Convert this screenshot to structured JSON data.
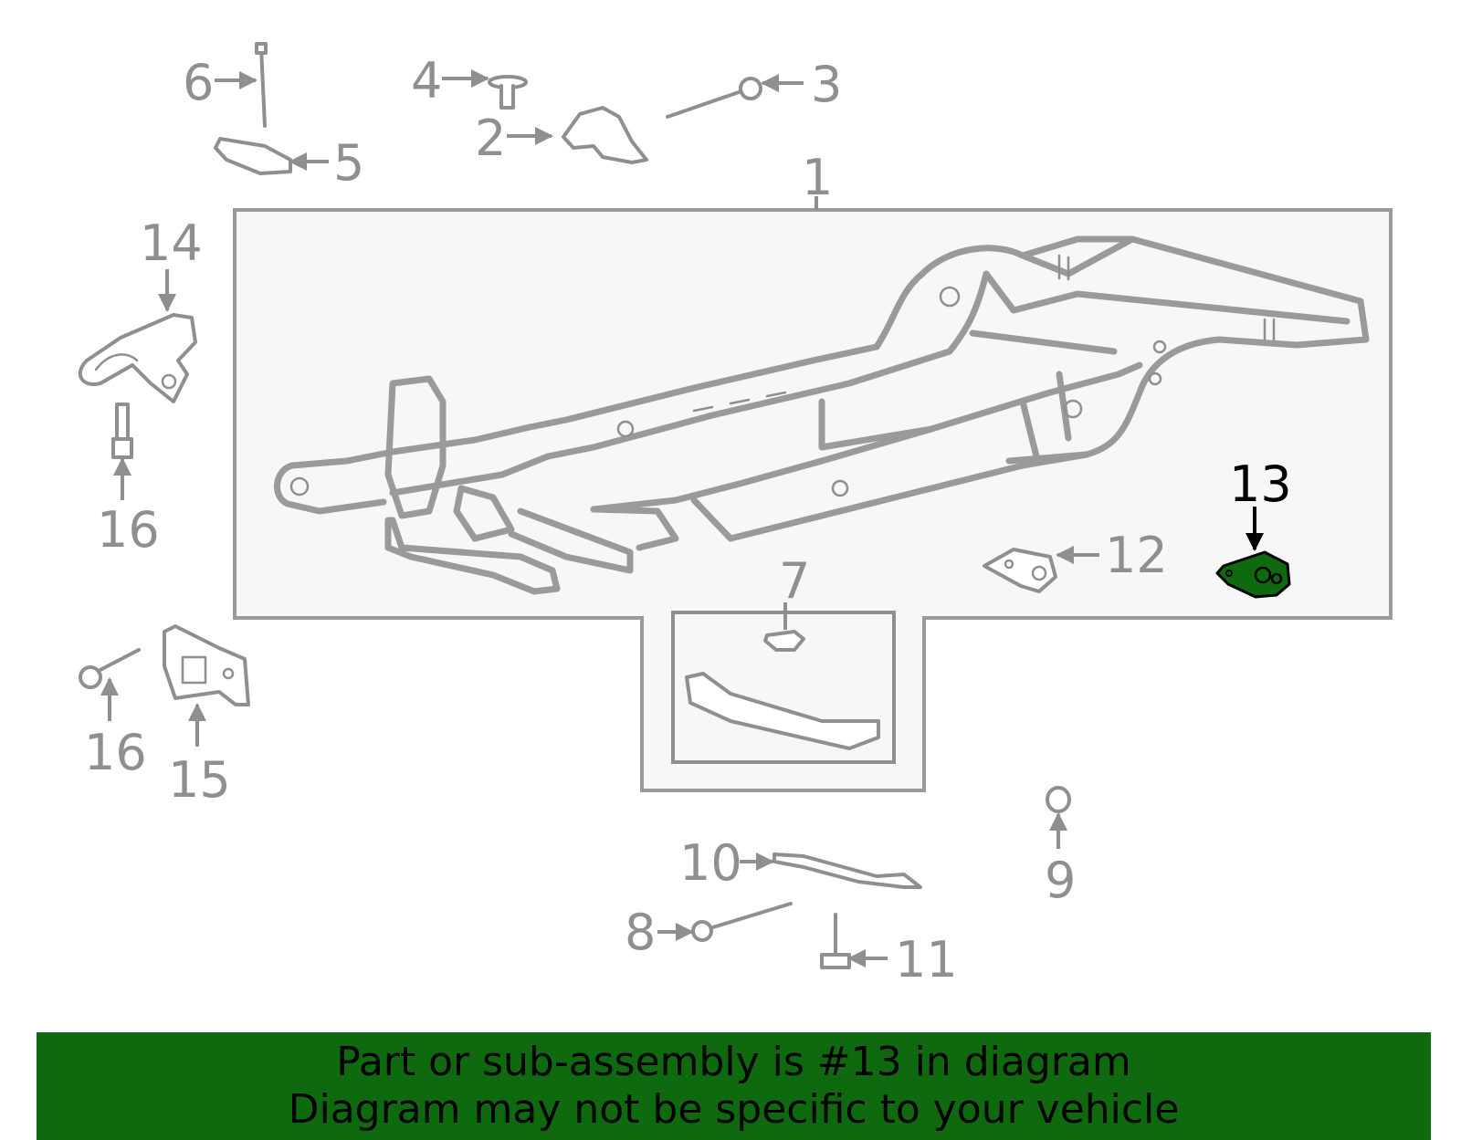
{
  "labels": {
    "n1": "1",
    "n2": "2",
    "n3": "3",
    "n4": "4",
    "n5": "5",
    "n6": "6",
    "n7": "7",
    "n8": "8",
    "n9": "9",
    "n10": "10",
    "n11": "11",
    "n12": "12",
    "n13": "13",
    "n14": "14",
    "n15": "15",
    "n16a": "16",
    "n16b": "16"
  },
  "highlighted_part": "13",
  "colors": {
    "highlight": "#0f6a0f",
    "line_gray": "#8f8f8f",
    "panel_fill": "#f7f7f7"
  },
  "banner": {
    "line1": "Part or sub-assembly is #13 in diagram",
    "line2": "Diagram may not be specific to your vehicle"
  }
}
